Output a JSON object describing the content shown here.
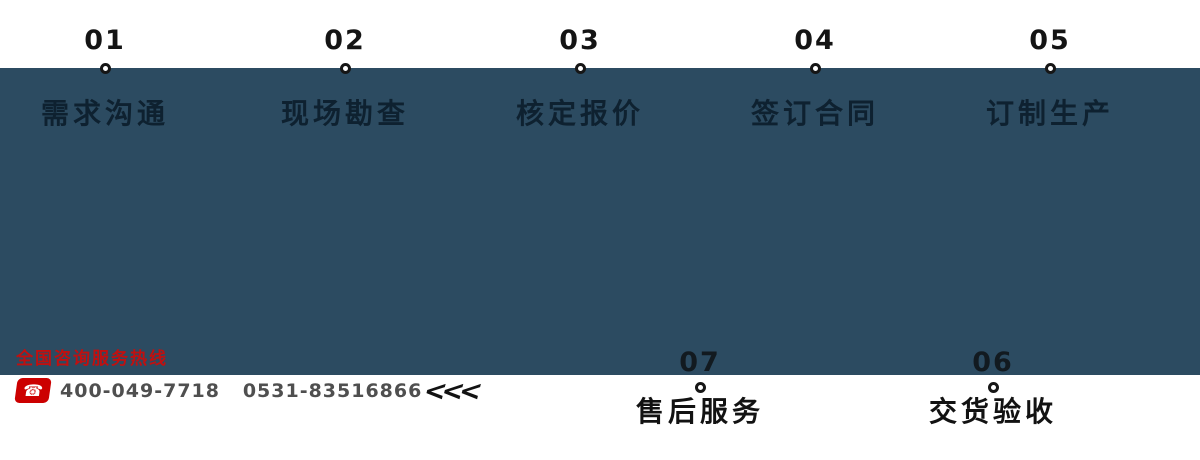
{
  "colors": {
    "band": "#2c4b61",
    "accent_red": "#cc0000",
    "step_label_text": "#0e2130",
    "number_text": "#141414",
    "phone_text": "#4f4f4f"
  },
  "steps_top": [
    {
      "number": "01",
      "label": "需求沟通"
    },
    {
      "number": "02",
      "label": "现场勘查"
    },
    {
      "number": "03",
      "label": "核定报价"
    },
    {
      "number": "04",
      "label": "签订合同"
    },
    {
      "number": "05",
      "label": "订制生产"
    }
  ],
  "steps_bottom": [
    {
      "number": "07",
      "label": "售后服务"
    },
    {
      "number": "06",
      "label": "交货验收"
    }
  ],
  "hotline": {
    "title": "全国咨询服务热线",
    "phone_icon": "phone-icon",
    "phones": "400-049-7718   0531-83516866"
  },
  "arrows": "<<<"
}
